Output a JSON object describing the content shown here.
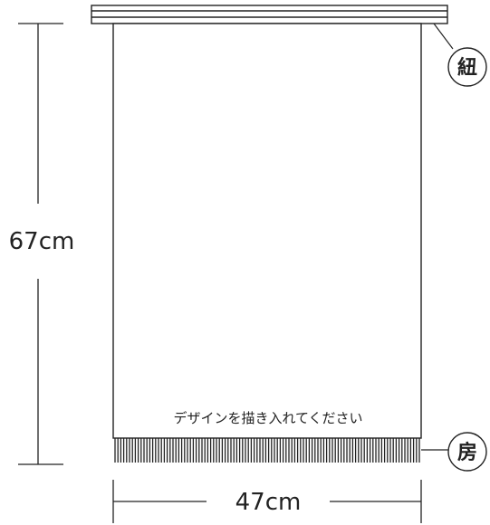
{
  "dimensions": {
    "height_label": "67cm",
    "width_label": "47cm"
  },
  "banner": {
    "design_prompt": "デザインを描き入れてください"
  },
  "callouts": {
    "string_label": "紐",
    "tassel_label": "房"
  },
  "colors": {
    "line": "#222222",
    "background": "#ffffff"
  }
}
